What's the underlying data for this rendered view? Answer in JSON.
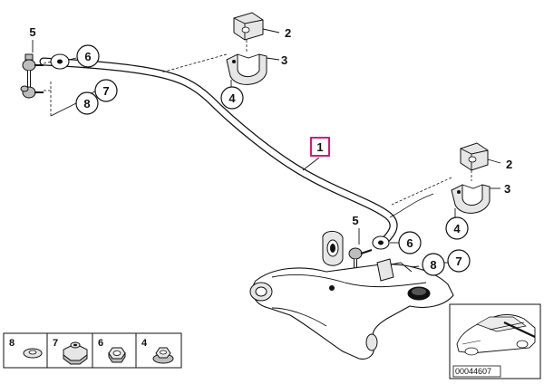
{
  "callouts": {
    "c1": "1",
    "c2a": "2",
    "c3a": "3",
    "c4a": "4",
    "c5a": "5",
    "c6a": "6",
    "c7a": "7",
    "c8a": "8",
    "c2b": "2",
    "c3b": "3",
    "c4b": "4",
    "c5b": "5",
    "c6b": "6",
    "c7b": "7",
    "c8b": "8"
  },
  "legend": {
    "items": [
      {
        "label": "8",
        "icon": "washer-icon"
      },
      {
        "label": "7",
        "icon": "collar-nut-icon"
      },
      {
        "label": "6",
        "icon": "hex-nut-icon"
      },
      {
        "label": "4",
        "icon": "flange-nut-icon"
      }
    ]
  },
  "inset": {
    "code": "00044607",
    "icon": "car-outline-icon"
  },
  "colors": {
    "highlight": "#e0147a",
    "line": "#111111",
    "part_fill": "#e6e6e6"
  }
}
